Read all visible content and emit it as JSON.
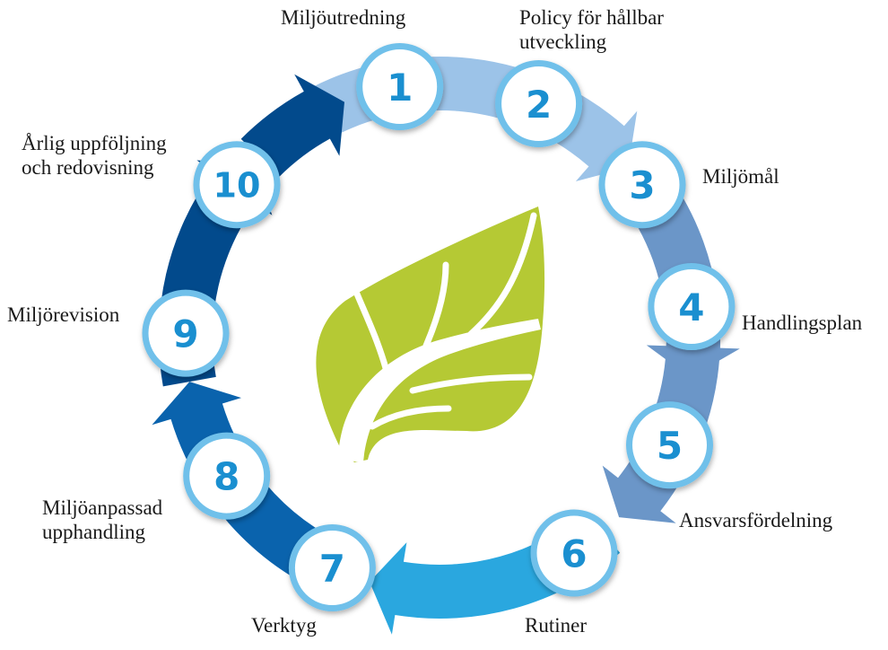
{
  "steps": [
    {
      "number": "1",
      "label": "Miljöutredning",
      "color": "#9cc3e8"
    },
    {
      "number": "2",
      "label": "Policy för hållbar\nutveckling",
      "color": "#9cc3e8"
    },
    {
      "number": "3",
      "label": "Miljömål",
      "color": "#6b96c8"
    },
    {
      "number": "4",
      "label": "Handlingsplan",
      "color": "#6b96c8"
    },
    {
      "number": "5",
      "label": "Ansvarsfördelning",
      "color": "#2aa7df"
    },
    {
      "number": "6",
      "label": "Rutiner",
      "color": "#2aa7df"
    },
    {
      "number": "7",
      "label": "Verktyg",
      "color": "#0a63ad"
    },
    {
      "number": "8",
      "label": "Miljöanpassad\nupphandling",
      "color": "#0a63ad"
    },
    {
      "number": "9",
      "label": "Miljörevision",
      "color": "#024a8c"
    },
    {
      "number": "10",
      "label": "Årlig uppföljning\noch redovisning",
      "color": "#024a8c"
    }
  ],
  "colors": {
    "leaf": "#b5c934",
    "circle_fill": "#ffffff",
    "circle_ring": "#6fc0ea",
    "number": "#1a8fd0"
  },
  "icons": {
    "center": "leaf-icon"
  }
}
